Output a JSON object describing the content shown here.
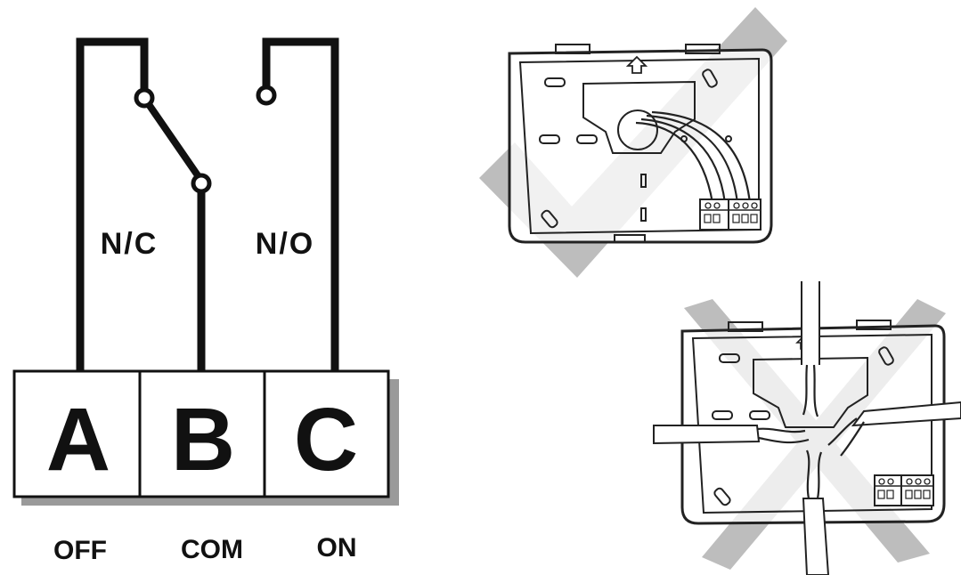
{
  "relay_diagram": {
    "terminals": [
      {
        "letter": "A",
        "state": "OFF"
      },
      {
        "letter": "B",
        "state": "COM"
      },
      {
        "letter": "C",
        "state": "ON"
      }
    ],
    "contacts": {
      "normally_closed": "N/C",
      "normally_open": "N/O"
    }
  },
  "installation_examples": [
    {
      "verdict": "correct",
      "mark": "check-mark"
    },
    {
      "verdict": "incorrect",
      "mark": "cross-mark"
    }
  ],
  "colors": {
    "line": "#111111",
    "mark_gray": "#bdbdbd",
    "shadow": "#9a9a9a"
  }
}
